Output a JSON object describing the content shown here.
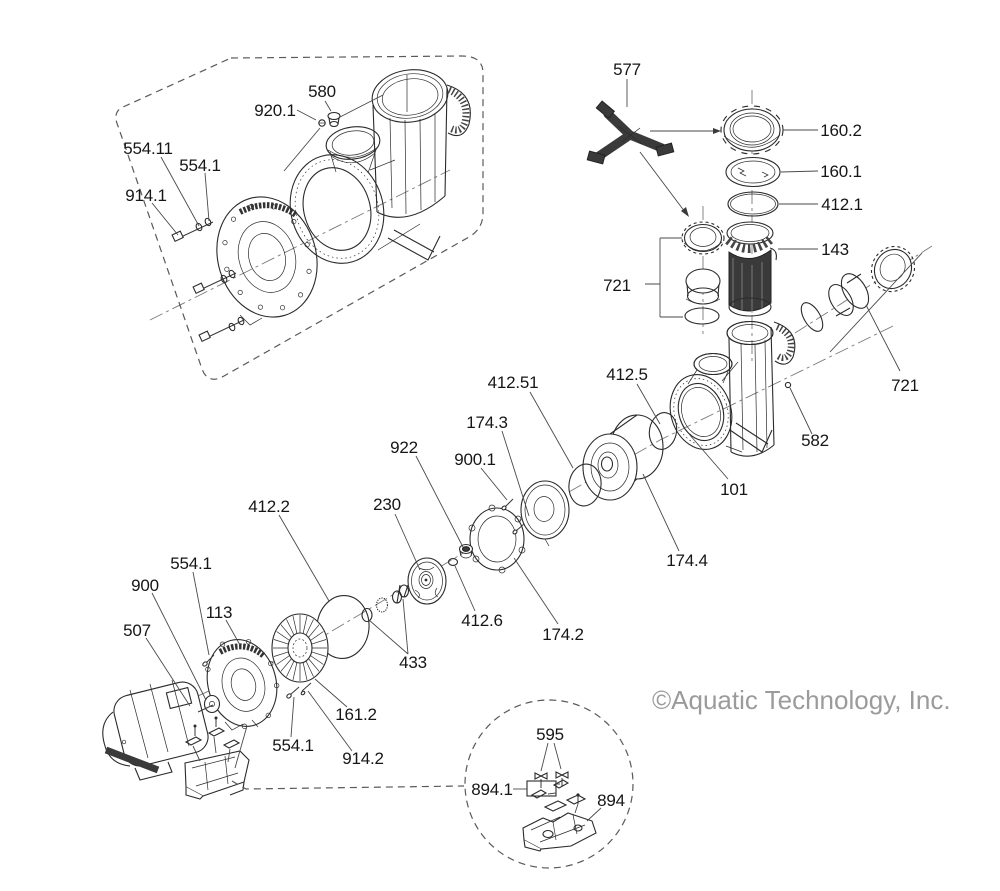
{
  "watermark": "©Aquatic Technology, Inc.",
  "labels": {
    "p580": "580",
    "p920_1": "920.1",
    "p554_11": "554.11",
    "p554_1a": "554.1",
    "p914_1": "914.1",
    "p577": "577",
    "p160_2": "160.2",
    "p160_1": "160.1",
    "p412_1": "412.1",
    "p143": "143",
    "p721a": "721",
    "p721b": "721",
    "p582": "582",
    "p101": "101",
    "p412_51": "412.51",
    "p412_5": "412.5",
    "p174_3": "174.3",
    "p922": "922",
    "p900_1": "900.1",
    "p230": "230",
    "p412_2": "412.2",
    "p174_4": "174.4",
    "p174_2": "174.2",
    "p412_6": "412.6",
    "p433": "433",
    "p554_1b": "554.1",
    "p900": "900",
    "p113": "113",
    "p507": "507",
    "p161_2": "161.2",
    "p554_1c": "554.1",
    "p914_2": "914.2",
    "p595": "595",
    "p894_1": "894.1",
    "p894": "894"
  }
}
